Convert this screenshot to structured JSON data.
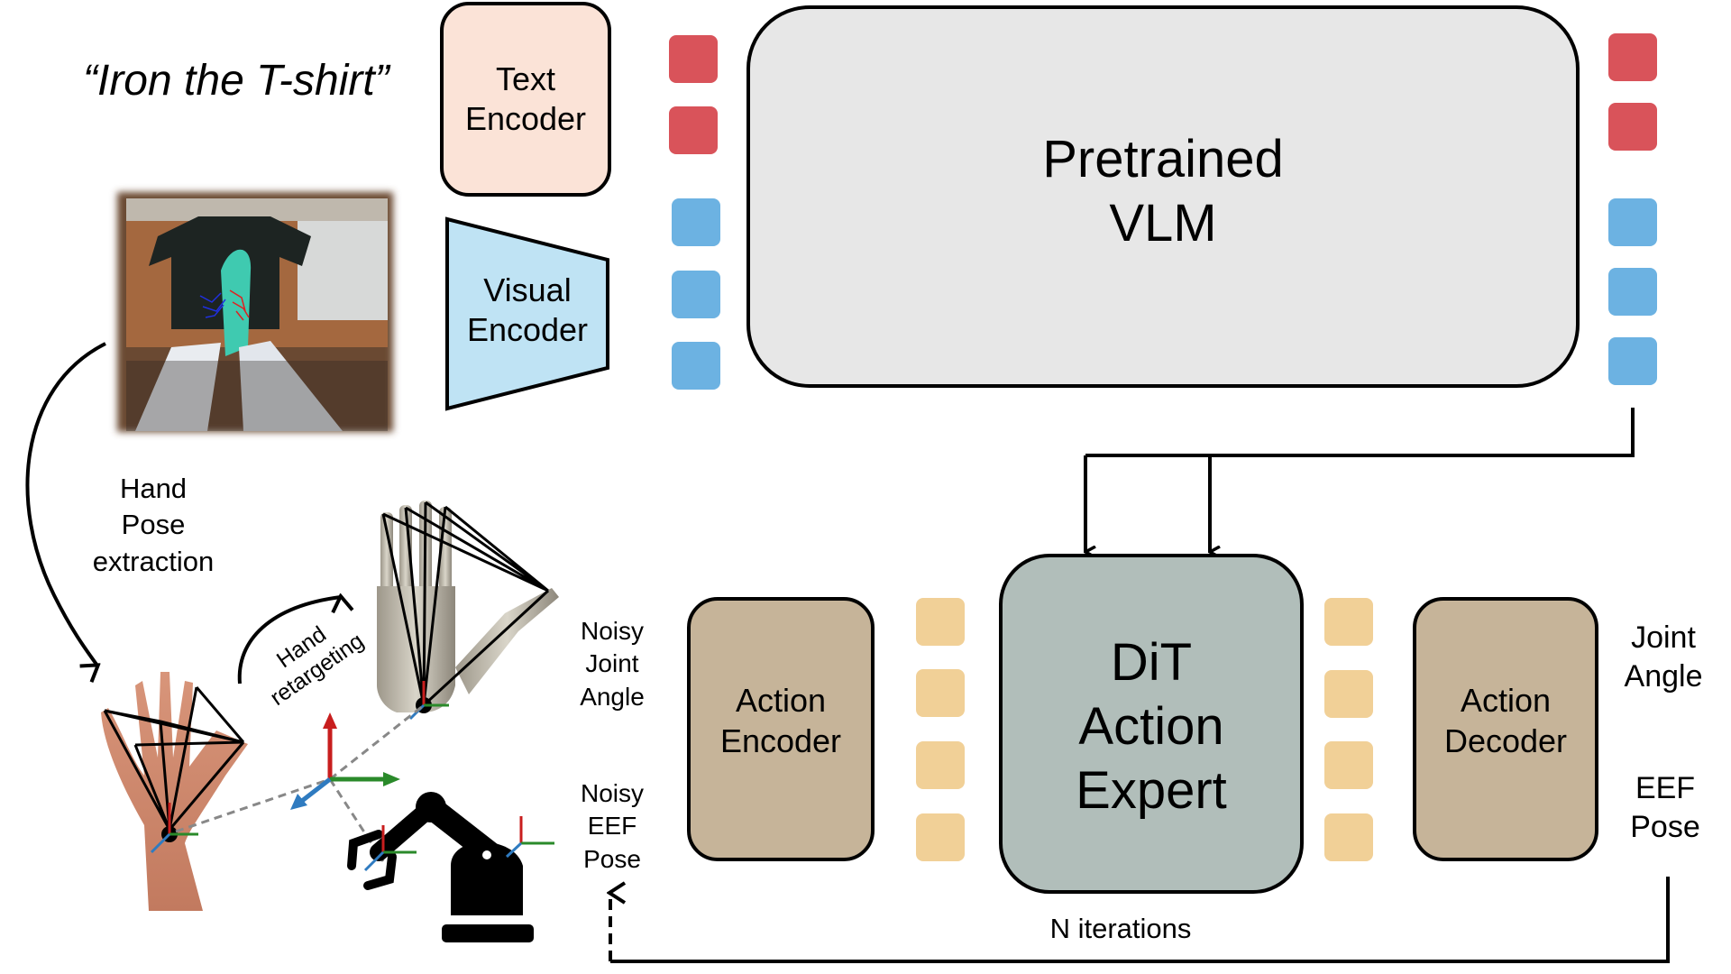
{
  "instruction": "“Iron the  T-shirt”",
  "text_encoder": {
    "line1": "Text",
    "line2": "Encoder"
  },
  "visual_encoder": {
    "line1": "Visual",
    "line2": "Encoder"
  },
  "vlm": {
    "line1": "Pretrained",
    "line2": "VLM",
    "trainable": true
  },
  "hand_pose_extraction": {
    "line1": "Hand",
    "line2": "Pose",
    "line3": "extraction"
  },
  "hand_retargeting": {
    "line1": "Hand",
    "line2": "retargeting"
  },
  "noisy_joint_angle": {
    "line1": "Noisy",
    "line2": "Joint",
    "line3": "Angle"
  },
  "noisy_eef_pose": {
    "line1": "Noisy",
    "line2": "EEF",
    "line3": "Pose"
  },
  "action_encoder": {
    "line1": "Action",
    "line2": "Encoder"
  },
  "dit": {
    "line1": "DiT",
    "line2": "Action",
    "line3": "Expert",
    "trainable": true
  },
  "action_decoder": {
    "line1": "Action",
    "line2": "Decoder"
  },
  "output_joint_angle": {
    "line1": "Joint",
    "line2": "Angle"
  },
  "output_eef_pose": {
    "line1": "EEF",
    "line2": "Pose"
  },
  "loop_label": "N iterations",
  "tokens": {
    "vlm_input_text": 2,
    "vlm_input_visual": 3,
    "vlm_output_text": 2,
    "vlm_output_visual": 3,
    "action_in": 4,
    "action_out": 4
  },
  "colors": {
    "text_token": "#d9535a",
    "visual_token": "#6cb2e2",
    "action_token": "#f1d097",
    "text_encoder_fill": "#fbe3d7",
    "visual_encoder_fill": "#bfe3f4",
    "vlm_fill": "#e7e7e7",
    "dit_fill": "#b1beba",
    "action_codec_fill": "#c6b499",
    "flame": "#ef7230"
  },
  "icons": {
    "flame": "flame-icon (trainable)",
    "photo": "first-person photo of hands ironing a black T-shirt with hand keypoints",
    "human_hand": "human hand with keypoint lines",
    "robot_hand": "dexterous robot hand with keypoint lines",
    "robot_arm": "robot arm with gripper",
    "axes": "3D coordinate frame (red/green/blue axes)"
  }
}
